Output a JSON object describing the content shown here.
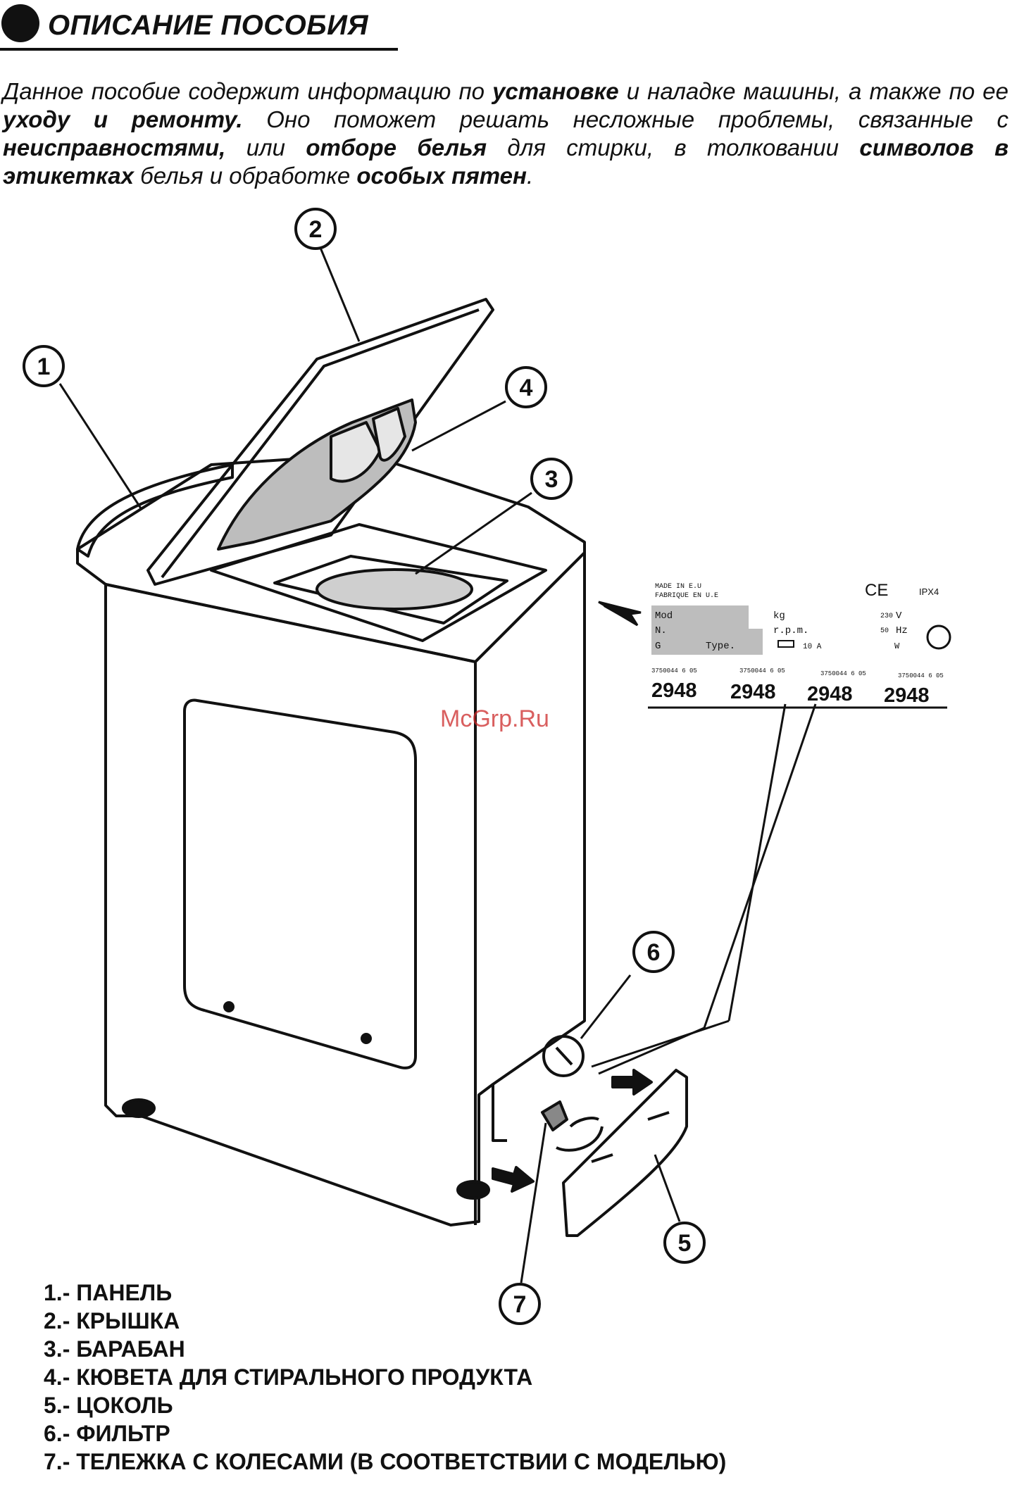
{
  "header": {
    "title": "ОПИСАНИЕ ПОСОБИЯ"
  },
  "intro": [
    {
      "t": "Данное пособие содержит информацию по ",
      "b": false
    },
    {
      "t": "установке",
      "b": true
    },
    {
      "t": " и наладке машины, а также по ее ",
      "b": false
    },
    {
      "t": "уходу и ремонту.",
      "b": true
    },
    {
      "t": " Оно поможет решать несложные проблемы, связанные с ",
      "b": false
    },
    {
      "t": "неисправностями,",
      "b": true
    },
    {
      "t": " или ",
      "b": false
    },
    {
      "t": "отборе белья",
      "b": true
    },
    {
      "t": " для стирки, в толковании ",
      "b": false
    },
    {
      "t": "символов в этикетках",
      "b": true
    },
    {
      "t": " белья и обработке ",
      "b": false
    },
    {
      "t": "особых пятен",
      "b": true
    },
    {
      "t": ".",
      "b": false
    }
  ],
  "callouts": {
    "c1": "1",
    "c2": "2",
    "c3": "3",
    "c4": "4",
    "c5": "5",
    "c6": "6",
    "c7": "7"
  },
  "plate": {
    "made1": "MADE IN E.U",
    "made2": "FABRIQUE EN U.E",
    "ce": "CE",
    "ipx": "IPX4",
    "mod": "Mod",
    "n": "N.",
    "g": "G",
    "type": "Type.",
    "kg": "kg",
    "rpm": "r.p.m.",
    "amp": "10 A",
    "v_val": "230",
    "v": "V",
    "hz_val": "50",
    "hz": "Hz",
    "w": "W",
    "codes": [
      "3750044 6 05",
      "3750044 6 05",
      "3750044 6 05",
      "3750044 6 05"
    ],
    "serials": [
      "2948",
      "2948",
      "2948",
      "2948"
    ]
  },
  "watermark": "McGrp.Ru",
  "legend": [
    "1.- ПАНЕЛЬ",
    "2.- КРЫШКА",
    "3.- БАРАБАН",
    "4.- КЮВЕТА ДЛЯ СТИРАЛЬНОГО ПРОДУКТА",
    "5.- ЦОКОЛЬ",
    "6.- ФИЛЬТР",
    "7.- ТЕЛЕЖКА С КОЛЕСАМИ (В СООТВЕТСТВИИ С МОДЕЛЬЮ)"
  ]
}
